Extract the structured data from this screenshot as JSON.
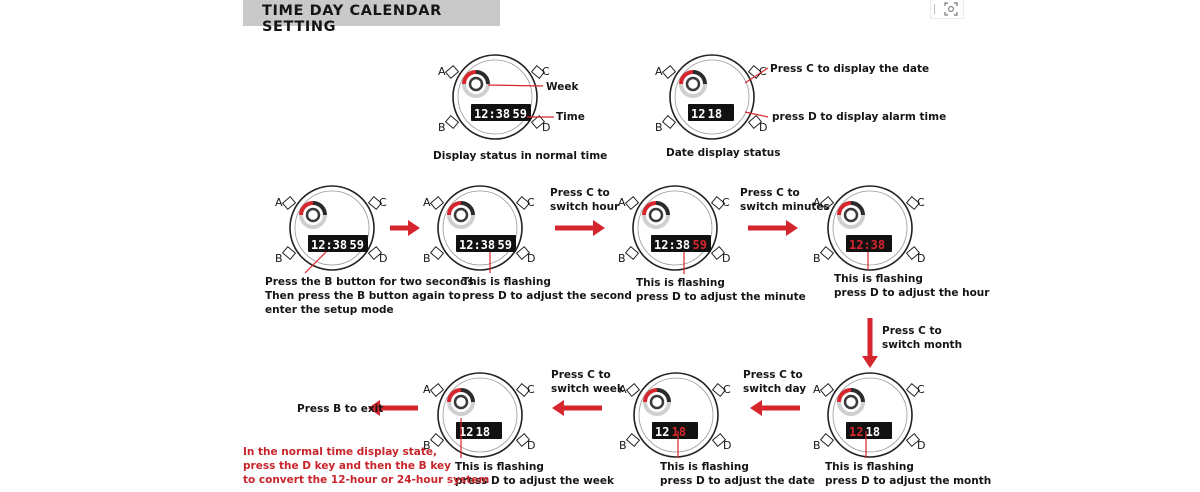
{
  "title": "TIME DAY CALENDAR SETTING",
  "icons": {
    "expand": "expand-icon"
  },
  "colors": {
    "accent": "#d6262d",
    "banner": "#c9c9c9",
    "display": "#111111"
  },
  "buttons": {
    "a": "A",
    "b": "B",
    "c": "C",
    "d": "D"
  },
  "top": {
    "week_label": "Week",
    "time_label": "Time",
    "normal_caption": "Display status in normal time",
    "press_c_date": "Press C to display the date",
    "press_d_alarm": "press D to display alarm time",
    "date_caption": "Date display status"
  },
  "steps": {
    "step1_l1": "Press the B button for two seconds",
    "step1_l2": "Then press the B button again to",
    "step1_l3": "enter the setup mode",
    "flash1_l1": "This is flashing",
    "flash1_l2": "press D to adjust the second",
    "c_hour_l1": "Press C to",
    "c_hour_l2": "switch hour",
    "flash2_l1": "This is flashing",
    "flash2_l2": "press D to adjust the minute",
    "c_min_l1": "Press C to",
    "c_min_l2": "switch minutes",
    "flash3_l1": "This is flashing",
    "flash3_l2": "press D to adjust the hour",
    "c_month_l1": "Press C to",
    "c_month_l2": "switch month",
    "flash4_l1": "This is flashing",
    "flash4_l2": "press D to adjust the month",
    "c_day_l1": "Press C to",
    "c_day_l2": "switch day",
    "flash5_l1": "This is flashing",
    "flash5_l2": "press D to adjust the date",
    "c_week_l1": "Press C to",
    "c_week_l2": "switch week",
    "flash6_l1": "This is flashing",
    "flash6_l2": "press D to adjust the week",
    "exit": "Press B to exit",
    "note_l1": "In the normal time display state,",
    "note_l2": "press the D key and then the B key",
    "note_l3": "to convert the 12-hour or 24-hour system"
  },
  "displays": {
    "full": "12:38 59",
    "hm": "12:38",
    "date": "12 18"
  }
}
